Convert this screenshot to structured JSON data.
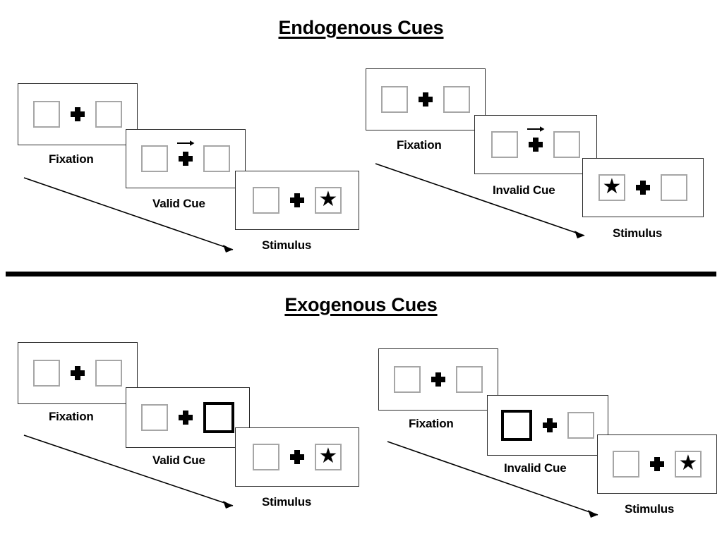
{
  "sections": [
    {
      "id": "endogenous",
      "title": "Endogenous Cues",
      "cue_type": "arrow",
      "columns": [
        {
          "id": "endogenous-valid",
          "panels": [
            {
              "caption": "Fixation",
              "cue": "none",
              "target": "none",
              "arrow": false
            },
            {
              "caption": "Valid Cue",
              "cue": "arrow-right",
              "target": "none",
              "arrow": true
            },
            {
              "caption": "Stimulus",
              "cue": "none",
              "target": "right",
              "arrow": false
            }
          ]
        },
        {
          "id": "endogenous-invalid",
          "panels": [
            {
              "caption": "Fixation",
              "cue": "none",
              "target": "none",
              "arrow": false
            },
            {
              "caption": "Invalid Cue",
              "cue": "arrow-right",
              "target": "none",
              "arrow": true
            },
            {
              "caption": "Stimulus",
              "cue": "none",
              "target": "left",
              "arrow": false
            }
          ]
        }
      ]
    },
    {
      "id": "exogenous",
      "title": "Exogenous Cues",
      "cue_type": "box-flash",
      "columns": [
        {
          "id": "exogenous-valid",
          "panels": [
            {
              "caption": "Fixation",
              "cue": "none",
              "target": "none",
              "arrow": false
            },
            {
              "caption": "Valid Cue",
              "cue": "box-right",
              "target": "none",
              "arrow": false
            },
            {
              "caption": "Stimulus",
              "cue": "none",
              "target": "right",
              "arrow": false
            }
          ]
        },
        {
          "id": "exogenous-invalid",
          "panels": [
            {
              "caption": "Fixation",
              "cue": "none",
              "target": "none",
              "arrow": false
            },
            {
              "caption": "Invalid Cue",
              "cue": "box-left",
              "target": "none",
              "arrow": false
            },
            {
              "caption": "Stimulus",
              "cue": "none",
              "target": "right",
              "arrow": false
            }
          ]
        }
      ]
    }
  ],
  "glyphs": {
    "star": "★",
    "fixation_cross": "plus-sign",
    "cue_arrow": "arrow-right-small"
  },
  "colors": {
    "ink": "#000000",
    "panel_border": "#2a2a2a",
    "box_border": "#a6a6a6",
    "cued_box_border": "#000000",
    "background": "#ffffff",
    "divider": "#000000"
  },
  "labels": {
    "endogenous_title": "Endogenous Cues",
    "exogenous_title": "Exogenous Cues",
    "fixation": "Fixation",
    "valid_cue": "Valid Cue",
    "invalid_cue": "Invalid Cue",
    "stimulus": "Stimulus"
  }
}
